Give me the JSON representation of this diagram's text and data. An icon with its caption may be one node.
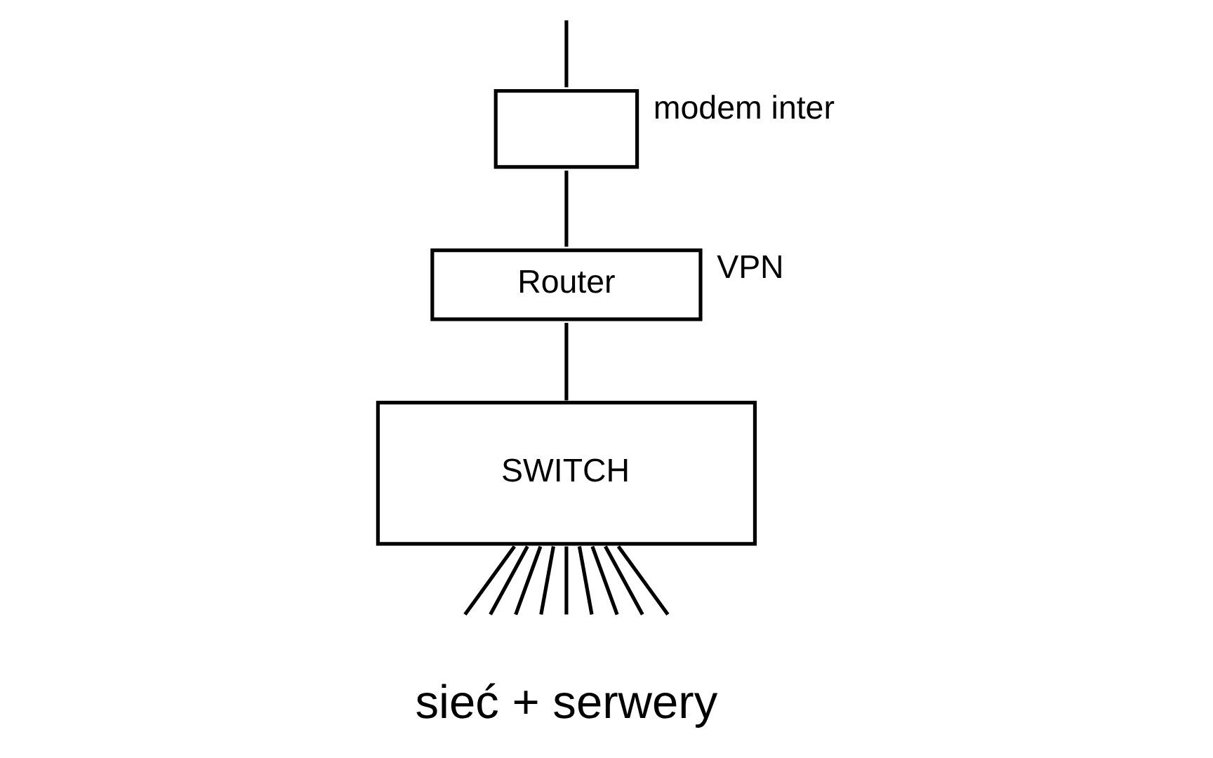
{
  "diagram": {
    "nodes": [
      {
        "text": [],
        "shape": "box",
        "beside": [
          "modem inter"
        ]
      },
      {
        "text": [
          "Router"
        ],
        "beside": [
          "VPN"
        ]
      },
      {
        "text": [
          "SWITCH"
        ]
      }
    ],
    "edges": [
      {
        "from": null,
        "to": 0,
        "arrow": "none"
      },
      {
        "from": 0,
        "to": 1,
        "arrow": "none"
      },
      {
        "from": 1,
        "to": 2,
        "arrow": "none"
      },
      {
        "from": 2,
        "to": null,
        "arrow": "none"
      },
      {
        "from": 2,
        "to": null,
        "arrow": "none"
      },
      {
        "from": 2,
        "to": null,
        "arrow": "none"
      },
      {
        "from": 2,
        "to": null,
        "arrow": "none"
      },
      {
        "from": 2,
        "to": null,
        "arrow": "none"
      },
      {
        "from": 2,
        "to": null,
        "arrow": "none"
      },
      {
        "from": 2,
        "to": null,
        "arrow": "none"
      },
      {
        "from": 2,
        "to": null,
        "arrow": "none"
      },
      {
        "from": 2,
        "to": null,
        "arrow": "none"
      }
    ],
    "labels": [
      "sieć + serwery"
    ]
  }
}
